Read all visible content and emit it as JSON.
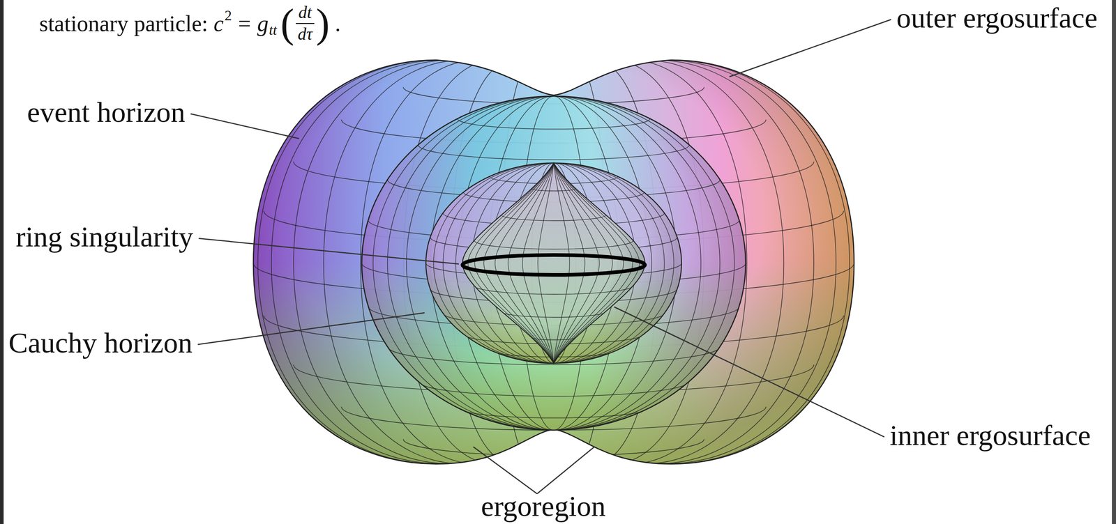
{
  "diagram": {
    "labels": [
      "stationary particle:",
      "c",
      "2",
      "=",
      "g",
      "tt",
      "(",
      "dt",
      "dτ",
      ")",
      ".",
      "outer ergosurface",
      "event horizon",
      "ring singularity",
      "Cauchy horizon",
      "inner ergosurface",
      "ergoregion"
    ]
  }
}
